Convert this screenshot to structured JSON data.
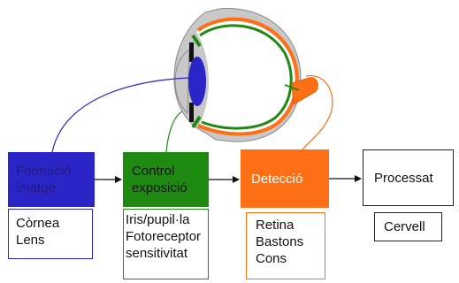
{
  "stages": [
    {
      "label_lines": [
        "Formació",
        "imatge"
      ],
      "sub_lines": [
        "Còrnea",
        "Lens"
      ],
      "color": "#2b25c8"
    },
    {
      "label_lines": [
        "Control",
        "exposició"
      ],
      "sub_lines": [
        "Iris/pupil·la",
        "Fotoreceptor",
        "sensitivitat"
      ],
      "color": "#1f8a12"
    },
    {
      "label_lines": [
        "Detecció"
      ],
      "sub_lines": [
        "Retina",
        "Bastons",
        "Cons"
      ],
      "color": "#ff6f16"
    },
    {
      "label_lines": [
        "Processat"
      ],
      "sub_lines": [
        "Cervell"
      ],
      "color": "#222222"
    }
  ],
  "eye_colors": {
    "sclera": "#c8c8c8",
    "lens": "#2b25c8",
    "choroid": "#1f8a12",
    "retina": "#ff6f16",
    "iris": "#111111"
  }
}
